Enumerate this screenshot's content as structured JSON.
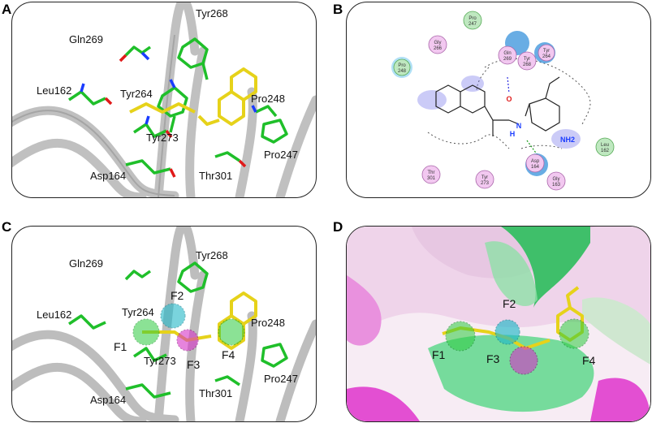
{
  "panels": {
    "A": {
      "letter": "A",
      "residues": {
        "gln269": "Gln269",
        "tyr268": "Tyr268",
        "leu162": "Leu162",
        "tyr264": "Tyr264",
        "pro248": "Pro248",
        "tyr273": "Tyr273",
        "pro247": "Pro247",
        "asp164": "Asp164",
        "thr301": "Thr301"
      }
    },
    "B": {
      "letter": "B",
      "residues": {
        "pro247": [
          "Pro",
          "247"
        ],
        "gly266": [
          "Gly",
          "266"
        ],
        "gln269": [
          "Gln",
          "269"
        ],
        "tyr268": [
          "Tyr",
          "268"
        ],
        "tyr264": [
          "Tyr",
          "264"
        ],
        "pro248": [
          "Pro",
          "248"
        ],
        "leu162": [
          "Leu",
          "162"
        ],
        "asp164": [
          "Asp",
          "164"
        ],
        "thr301": [
          "Thr",
          "301"
        ],
        "tyr273": [
          "Tyr",
          "273"
        ],
        "gly163": [
          "Gly",
          "163"
        ]
      },
      "atoms": {
        "oxygen": "O",
        "nitrogen": "N",
        "hydrogen": "H",
        "amine": "NH2"
      }
    },
    "C": {
      "letter": "C",
      "residues": {
        "gln269": "Gln269",
        "tyr268": "Tyr268",
        "leu162": "Leu162",
        "tyr264": "Tyr264",
        "pro248": "Pro248",
        "tyr273": "Tyr273",
        "pro247": "Pro247",
        "asp164": "Asp164",
        "thr301": "Thr301"
      },
      "features": {
        "f1": "F1",
        "f2": "F2",
        "f3": "F3",
        "f4": "F4"
      }
    },
    "D": {
      "letter": "D",
      "features": {
        "f1": "F1",
        "f2": "F2",
        "f3": "F3",
        "f4": "F4"
      }
    }
  },
  "colors": {
    "hydrophobic": "#2ecc40",
    "hbond_donor": "#22b8c8",
    "hbond_acceptor": "#d633c8",
    "ligand": "#e6d21a",
    "ribbon": "#b8b8b8",
    "surface_green": "#55c87a",
    "surface_magenta": "#e055d0",
    "surface_pink": "#e8b8e0"
  }
}
